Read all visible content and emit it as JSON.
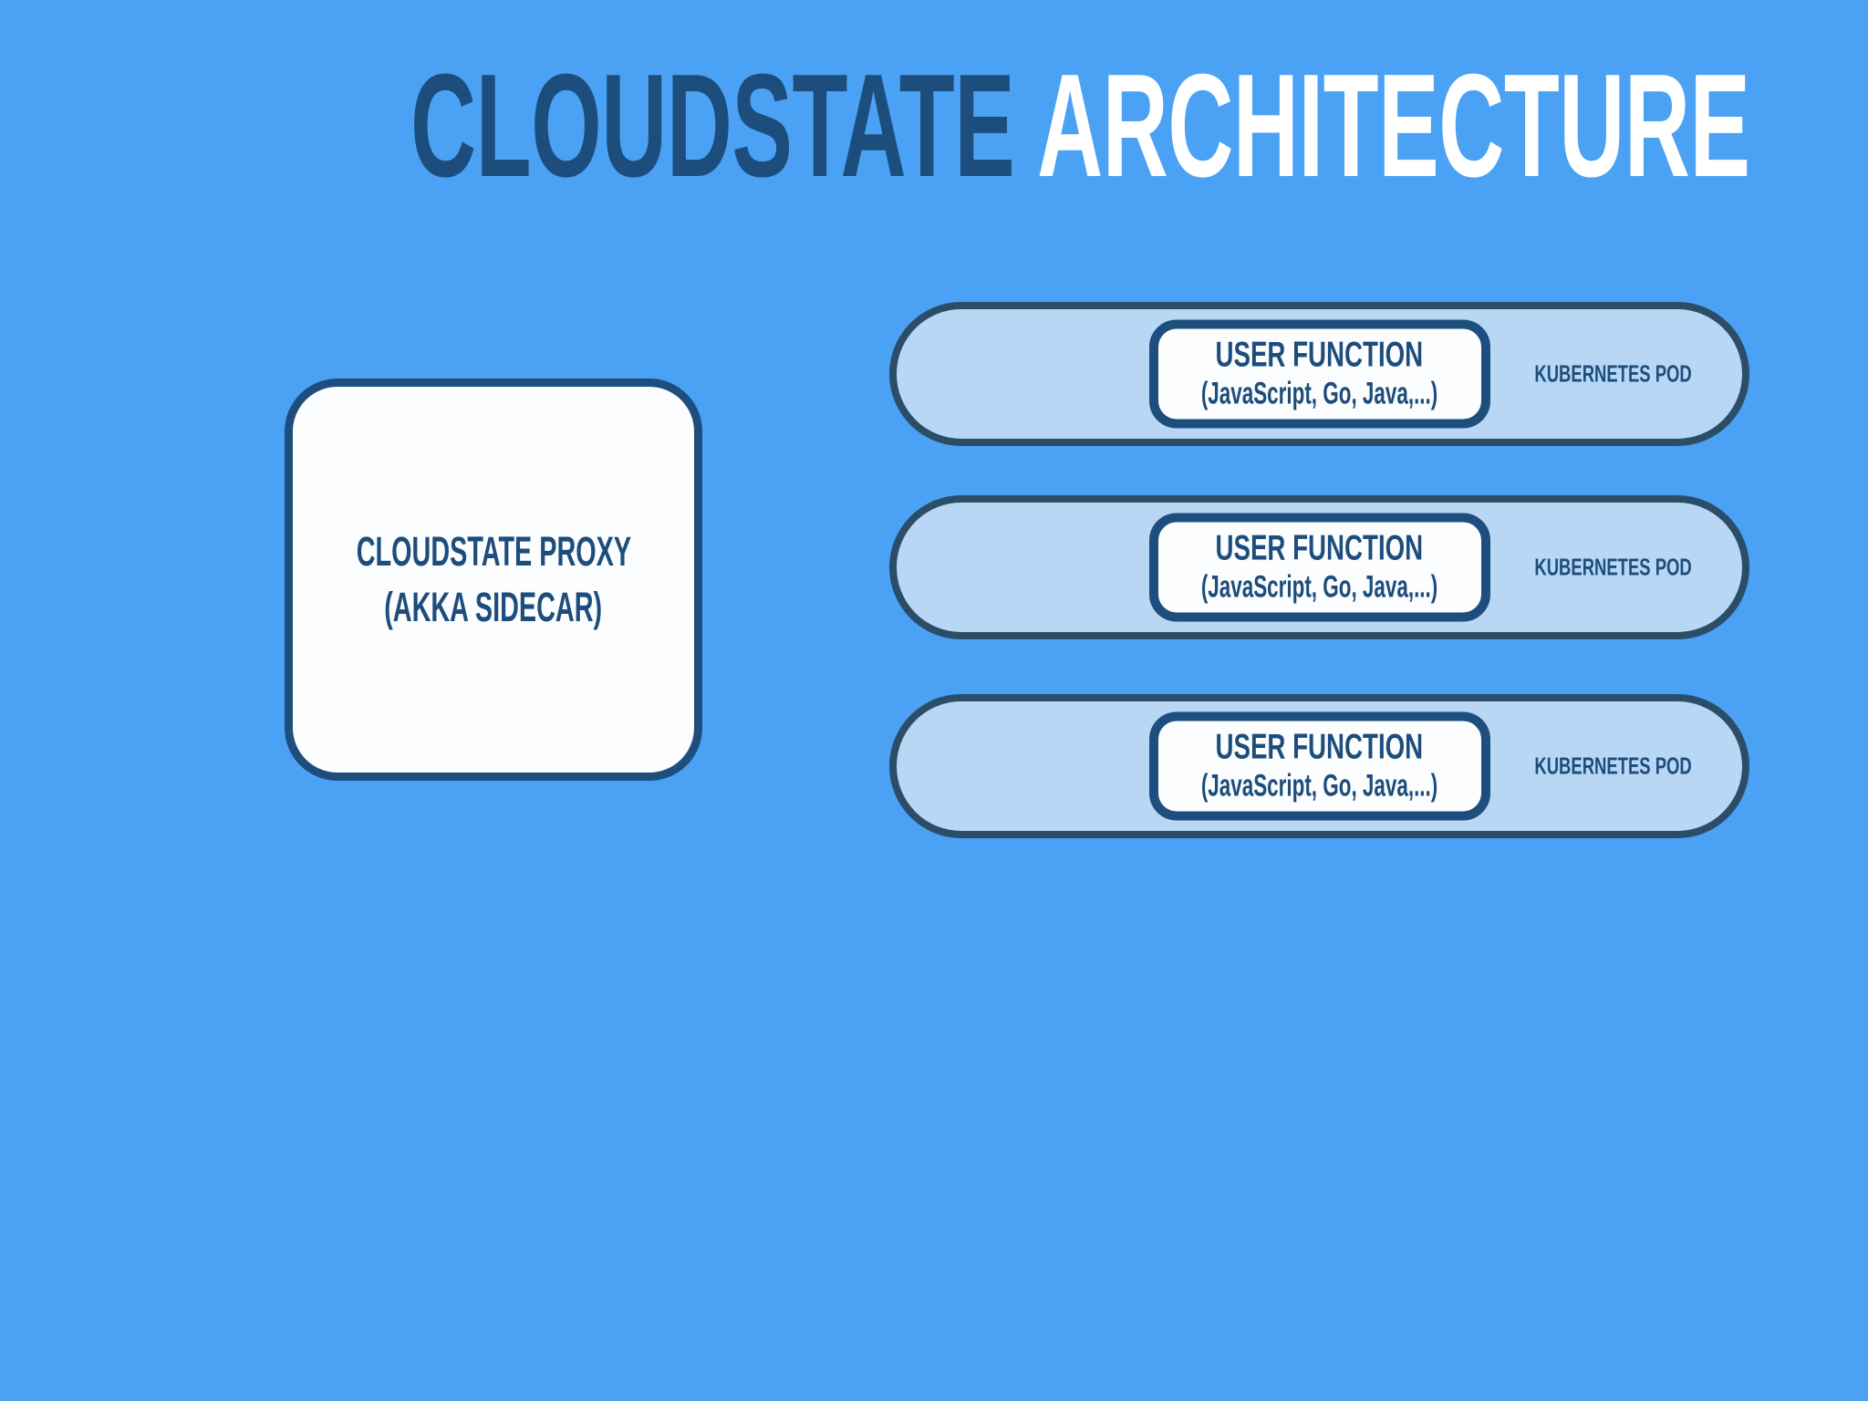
{
  "slide": {
    "title": {
      "word_dark": "CLOUDSTATE",
      "word_light": "ARCHITECTURE"
    },
    "proxy_box": {
      "line1": "CLOUDSTATE PROXY",
      "line2": "(AKKA SIDECAR)"
    },
    "pods": [
      {
        "function_name": "USER FUNCTION",
        "function_langs": "(JavaScript, Go, Java,...)",
        "pod_label": "KUBERNETES POD"
      },
      {
        "function_name": "USER FUNCTION",
        "function_langs": "(JavaScript, Go, Java,...)",
        "pod_label": "KUBERNETES POD"
      },
      {
        "function_name": "USER FUNCTION",
        "function_langs": "(JavaScript, Go, Java,...)",
        "pod_label": "KUBERNETES POD"
      }
    ],
    "colors": {
      "background": "#4BA2F4",
      "title_dark": "#1D4D7C",
      "title_light": "#FFFFFF",
      "pill_fill": "#B8D7F4",
      "pill_border": "#2C4D68",
      "box_fill": "#FBFDFE",
      "box_border": "#1D4E7D",
      "text_navy": "#1D4D7C"
    }
  }
}
